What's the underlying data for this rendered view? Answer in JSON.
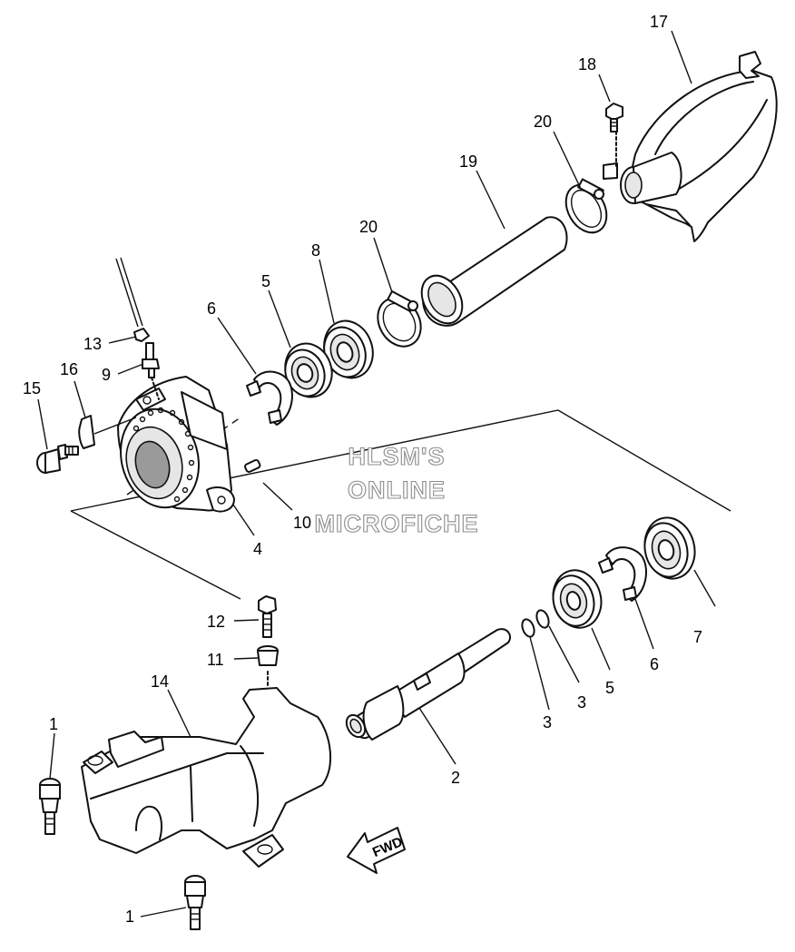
{
  "watermark": {
    "line1": "HLSM'S",
    "line2": "ONLINE",
    "line3": "MICROFICHE"
  },
  "direction_arrow": {
    "label": "FWD",
    "icon": "fwd-arrow-icon"
  },
  "part_labels": {
    "p1_top": "1",
    "p1_bottom": "1",
    "p2": "2",
    "p3_a": "3",
    "p3_b": "3",
    "p4": "4",
    "p5_upper": "5",
    "p5_lower": "5",
    "p6_upper": "6",
    "p6_lower": "6",
    "p7": "7",
    "p8": "8",
    "p9": "9",
    "p10": "10",
    "p11": "11",
    "p12": "12",
    "p13": "13",
    "p14": "14",
    "p15": "15",
    "p16": "16",
    "p17": "17",
    "p18": "18",
    "p19": "19",
    "p20_upper": "20",
    "p20_lower": "20"
  }
}
